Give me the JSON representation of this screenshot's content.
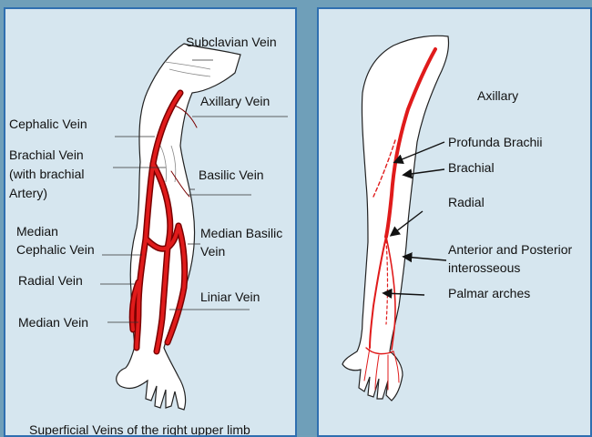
{
  "left_panel": {
    "labels": {
      "subclavian": "Subclavian Vein",
      "axillary": "Axillary Vein",
      "cephalic": "Cephalic Vein",
      "brachial_1": "Brachial Vein",
      "brachial_2": "(with brachial",
      "brachial_3": "Artery)",
      "basilic": "Basilic Vein",
      "median_ceph_1": "Median",
      "median_ceph_2": "Cephalic Vein",
      "median_basilic_1": "Median Basilic",
      "median_basilic_2": "Vein",
      "radial": "Radial Vein",
      "liniar": "Liniar Vein",
      "median": "Median Vein"
    },
    "caption": "Superficial Veins of the right upper limb"
  },
  "right_panel": {
    "labels": {
      "axillary": "Axillary",
      "profunda": "Profunda Brachii",
      "brachial": "Brachial",
      "radial": "Radial",
      "interosseous_1": "Anterior and Posterior",
      "interosseous_2": "interosseous",
      "palmar": "Palmar arches"
    }
  },
  "colors": {
    "panel_bg": "#d6e6ef",
    "border": "#2f6fb0",
    "page_bg": "#6f9fb9",
    "vessel_red": "#e01b1b",
    "vessel_outline": "#7a0000"
  }
}
